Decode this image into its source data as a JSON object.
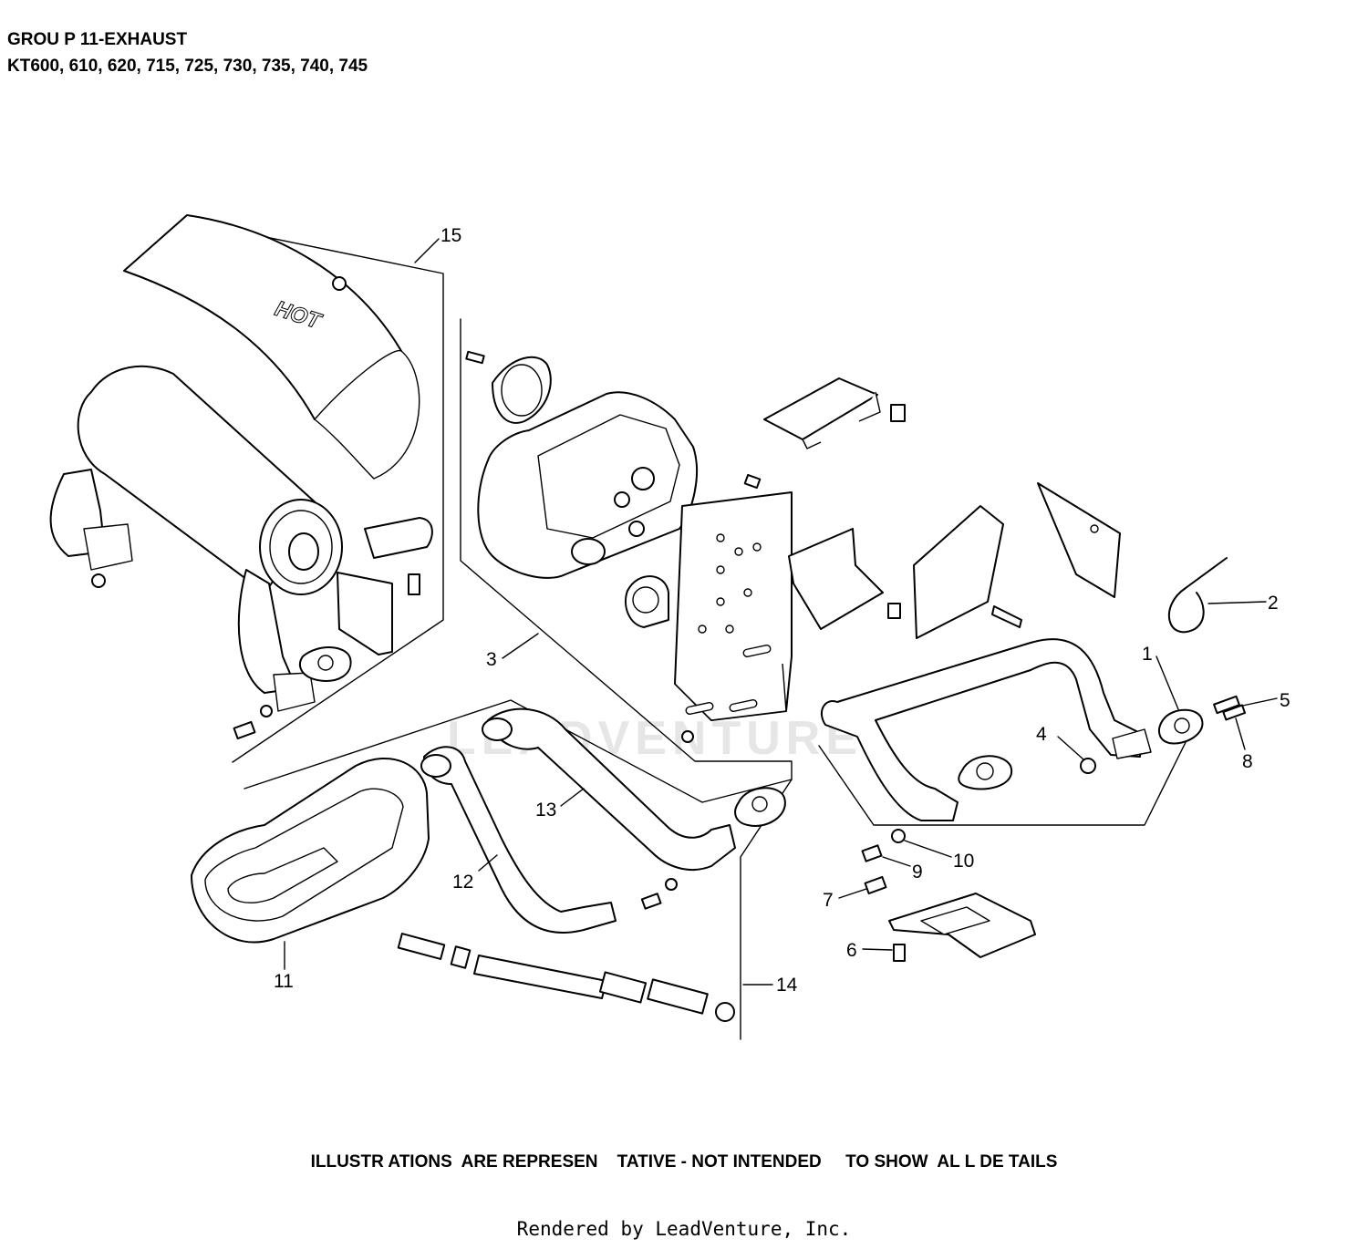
{
  "header": {
    "group_title": "GROU P 11-EXHAUST",
    "models": "KT600, 610, 620, 715, 725, 730, 735, 740, 745"
  },
  "diagram": {
    "watermark": "LEADVENTURE",
    "hot_label": "HOT",
    "callouts": [
      {
        "number": "1"
      },
      {
        "number": "2"
      },
      {
        "number": "3"
      },
      {
        "number": "4"
      },
      {
        "number": "5"
      },
      {
        "number": "6"
      },
      {
        "number": "7"
      },
      {
        "number": "8"
      },
      {
        "number": "9"
      },
      {
        "number": "10"
      },
      {
        "number": "11"
      },
      {
        "number": "12"
      },
      {
        "number": "13"
      },
      {
        "number": "14"
      },
      {
        "number": "15"
      }
    ]
  },
  "footer": {
    "disclaimer": "ILLUSTR ATIONS  ARE REPRESEN    TATIVE - NOT INTENDED     TO SHOW  AL L DE TAILS",
    "rendered_by": "Rendered by LeadVenture, Inc."
  }
}
